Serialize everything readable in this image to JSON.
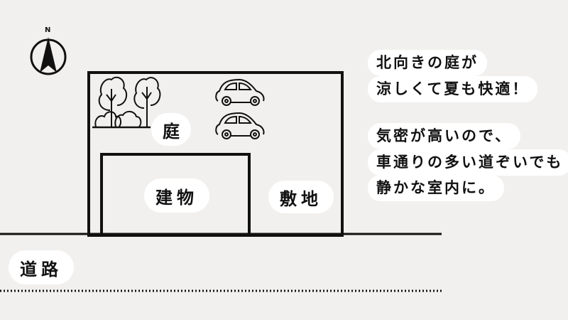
{
  "compass": {
    "label": "N"
  },
  "labels": {
    "garden": "庭",
    "building": "建物",
    "lot": "敷地",
    "road": "道路"
  },
  "notes": [
    {
      "lines": [
        "北向きの庭が",
        "涼しくて夏も快適！"
      ]
    },
    {
      "lines": [
        "気密が高いので、",
        "車通りの多い道ぞいでも",
        "静かな室内に。"
      ]
    }
  ],
  "colors": {
    "background": "#f2f0ee",
    "line": "#111111",
    "pill": "#ffffff"
  }
}
